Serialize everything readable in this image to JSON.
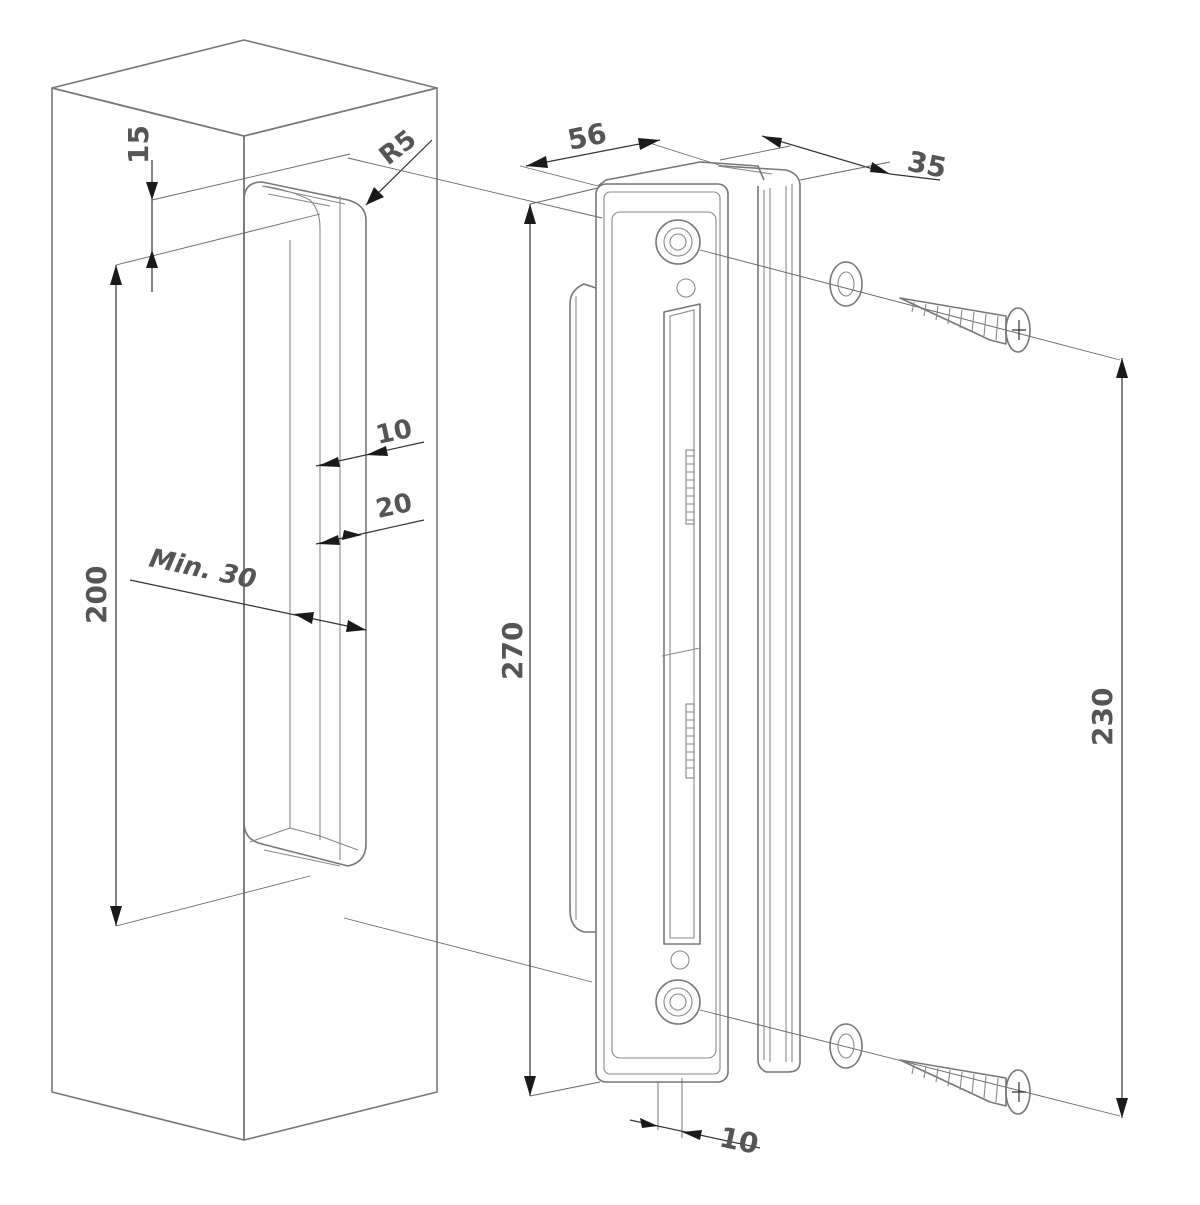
{
  "dimensions": {
    "post_notch_offset": "15",
    "corner_radius": "R5",
    "slot_height": "200",
    "inner_width_10": "10",
    "slot_width_20": "20",
    "min_width": "Min. 30",
    "plate_width": "56",
    "plate_depth": "35",
    "plate_height": "270",
    "screw_spacing": "230",
    "bottom_offset": "10"
  }
}
